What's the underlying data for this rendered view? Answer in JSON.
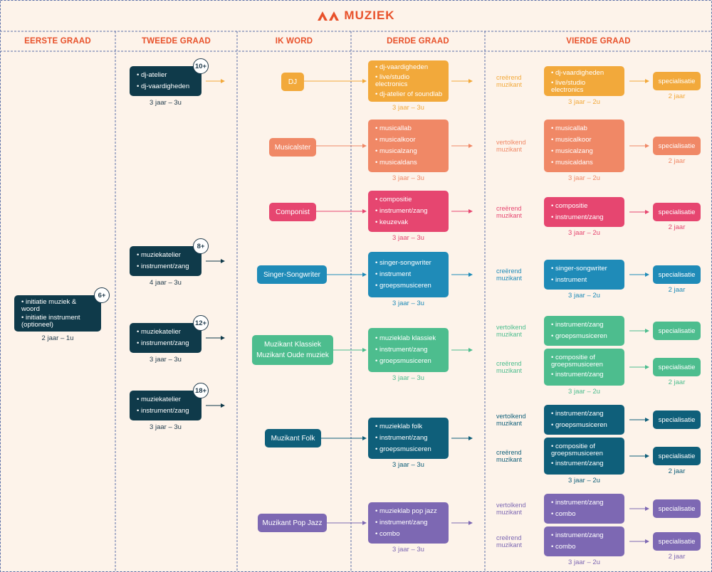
{
  "header": {
    "title": "MUZIEK"
  },
  "columns": [
    "EERSTE GRAAD",
    "TWEEDE GRAAD",
    "IK WORD",
    "DERDE GRAAD",
    "VIERDE GRAAD"
  ],
  "colors": {
    "accent": "#e8512a",
    "navy": "#0f3a4a",
    "orange": "#f2a93b",
    "salmon": "#f08866",
    "pink": "#e64670",
    "blue": "#1f8bb8",
    "green": "#4dbd8e",
    "teal": "#0f5f7a",
    "purple": "#7d68b3"
  },
  "eerste": {
    "items": [
      "initiatie muziek & woord",
      "initiatie instrument (optioneel)"
    ],
    "age": "6+",
    "duration": "2 jaar – 1u"
  },
  "tweede": [
    {
      "items": [
        "dj-atelier",
        "dj-vaardigheden"
      ],
      "age": "10+",
      "duration": "3 jaar – 3u"
    },
    {
      "items": [
        "muziekatelier",
        "instrument/zang"
      ],
      "age": "8+",
      "duration": "4 jaar – 3u"
    },
    {
      "items": [
        "muziekatelier",
        "instrument/zang"
      ],
      "age": "12+",
      "duration": "3 jaar – 3u"
    },
    {
      "items": [
        "muziekatelier",
        "instrument/zang"
      ],
      "age": "18+",
      "duration": "3 jaar – 3u"
    }
  ],
  "ikword": [
    {
      "label": "DJ"
    },
    {
      "label": "Musicalster"
    },
    {
      "label": "Componist"
    },
    {
      "label": "Singer-Songwriter"
    },
    {
      "label": "Muzikant Klassiek",
      "label2": "Muzikant Oude muziek"
    },
    {
      "label": "Muzikant Folk"
    },
    {
      "label": "Muzikant Pop Jazz"
    }
  ],
  "derde": [
    {
      "items": [
        "dj-vaardigheden",
        "live/studio electronics",
        "dj-atelier of soundlab"
      ],
      "duration": "3 jaar – 3u"
    },
    {
      "items": [
        "musicallab",
        "musicalkoor",
        "musicalzang",
        "musicaldans"
      ],
      "duration": "3 jaar – 3u"
    },
    {
      "items": [
        "compositie",
        "instrument/zang",
        "keuzevak"
      ],
      "duration": "3 jaar – 3u"
    },
    {
      "items": [
        "singer-songwriter",
        "instrument",
        "groepsmusiceren"
      ],
      "duration": "3 jaar – 3u"
    },
    {
      "items": [
        "muzieklab klassiek",
        "instrument/zang",
        "groepsmusiceren"
      ],
      "duration": "3 jaar – 3u"
    },
    {
      "items": [
        "muzieklab folk",
        "instrument/zang",
        "groepsmusiceren"
      ],
      "duration": "3 jaar – 3u"
    },
    {
      "items": [
        "muzieklab pop jazz",
        "instrument/zang",
        "combo"
      ],
      "duration": "3 jaar – 3u"
    }
  ],
  "vierde": [
    {
      "role": "creërend muzikant",
      "items": [
        "dj-vaardigheden",
        "live/studio electronics"
      ],
      "duration": "3 jaar – 2u",
      "spec": "specialisatie",
      "specDuration": "2 jaar"
    },
    {
      "role": "vertolkend muzikant",
      "items": [
        "musicallab",
        "musicalkoor",
        "musicalzang",
        "musicaldans"
      ],
      "duration": "3 jaar – 2u",
      "spec": "specialisatie",
      "specDuration": "2 jaar"
    },
    {
      "role": "creërend muzikant",
      "items": [
        "compositie",
        "instrument/zang"
      ],
      "duration": "3 jaar – 2u",
      "spec": "specialisatie",
      "specDuration": "2 jaar"
    },
    {
      "role": "creërend muzikant",
      "items": [
        "singer-songwriter",
        "instrument"
      ],
      "duration": "3 jaar – 2u",
      "spec": "specialisatie",
      "specDuration": "2 jaar"
    },
    {
      "role": "vertolkend muzikant",
      "items": [
        "instrument/zang",
        "groepsmusiceren"
      ],
      "duration": "",
      "spec": "specialisatie",
      "specDuration": ""
    },
    {
      "role": "creërend muzikant",
      "items": [
        "compositie of groepsmusiceren",
        "instrument/zang"
      ],
      "duration": "3 jaar – 2u",
      "spec": "specialisatie",
      "specDuration": "2 jaar"
    },
    {
      "role": "vertolkend muzikant",
      "items": [
        "instrument/zang",
        "groepsmusiceren"
      ],
      "duration": "",
      "spec": "specialisatie",
      "specDuration": ""
    },
    {
      "role": "creërend muzikant",
      "items": [
        "compositie of groepsmusiceren",
        "instrument/zang"
      ],
      "duration": "3 jaar – 2u",
      "spec": "specialisatie",
      "specDuration": "2 jaar"
    },
    {
      "role": "vertolkend muzikant",
      "items": [
        "instrument/zang",
        "combo"
      ],
      "duration": "",
      "spec": "specialisatie",
      "specDuration": ""
    },
    {
      "role": "creërend muzikant",
      "items": [
        "instrument/zang",
        "combo"
      ],
      "duration": "3 jaar – 2u",
      "spec": "specialisatie",
      "specDuration": "2 jaar"
    }
  ]
}
